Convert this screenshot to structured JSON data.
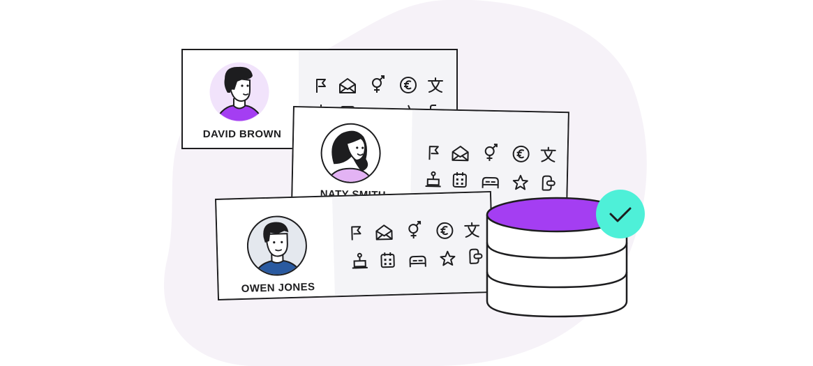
{
  "colors": {
    "blob": "#f6f2f8",
    "accent_purple": "#a43ef2",
    "check_teal": "#4ef0d8",
    "ink": "#1d1d1f",
    "panel_gray": "#f4f4f7"
  },
  "cards": [
    {
      "name": "DAVID BROWN",
      "avatar": "man-avatar",
      "icons": [
        "flag-icon",
        "envelope-icon",
        "gender-icon",
        "euro-icon",
        "language-icon"
      ]
    },
    {
      "name": "NATY SMITH",
      "avatar": "woman-avatar",
      "icons": [
        "flag-icon",
        "envelope-icon",
        "gender-icon",
        "euro-icon",
        "language-icon",
        "birthday-cake-icon",
        "calendar-icon",
        "bed-icon",
        "star-icon",
        "door-handle-icon"
      ]
    },
    {
      "name": "OWEN JONES",
      "avatar": "man-avatar",
      "icons": [
        "flag-icon",
        "envelope-icon",
        "gender-icon",
        "euro-icon",
        "language-icon",
        "birthday-cake-icon",
        "calendar-icon",
        "bed-icon",
        "star-icon",
        "door-handle-icon"
      ]
    }
  ],
  "database": {
    "icon": "database-icon",
    "status": "check-icon"
  }
}
